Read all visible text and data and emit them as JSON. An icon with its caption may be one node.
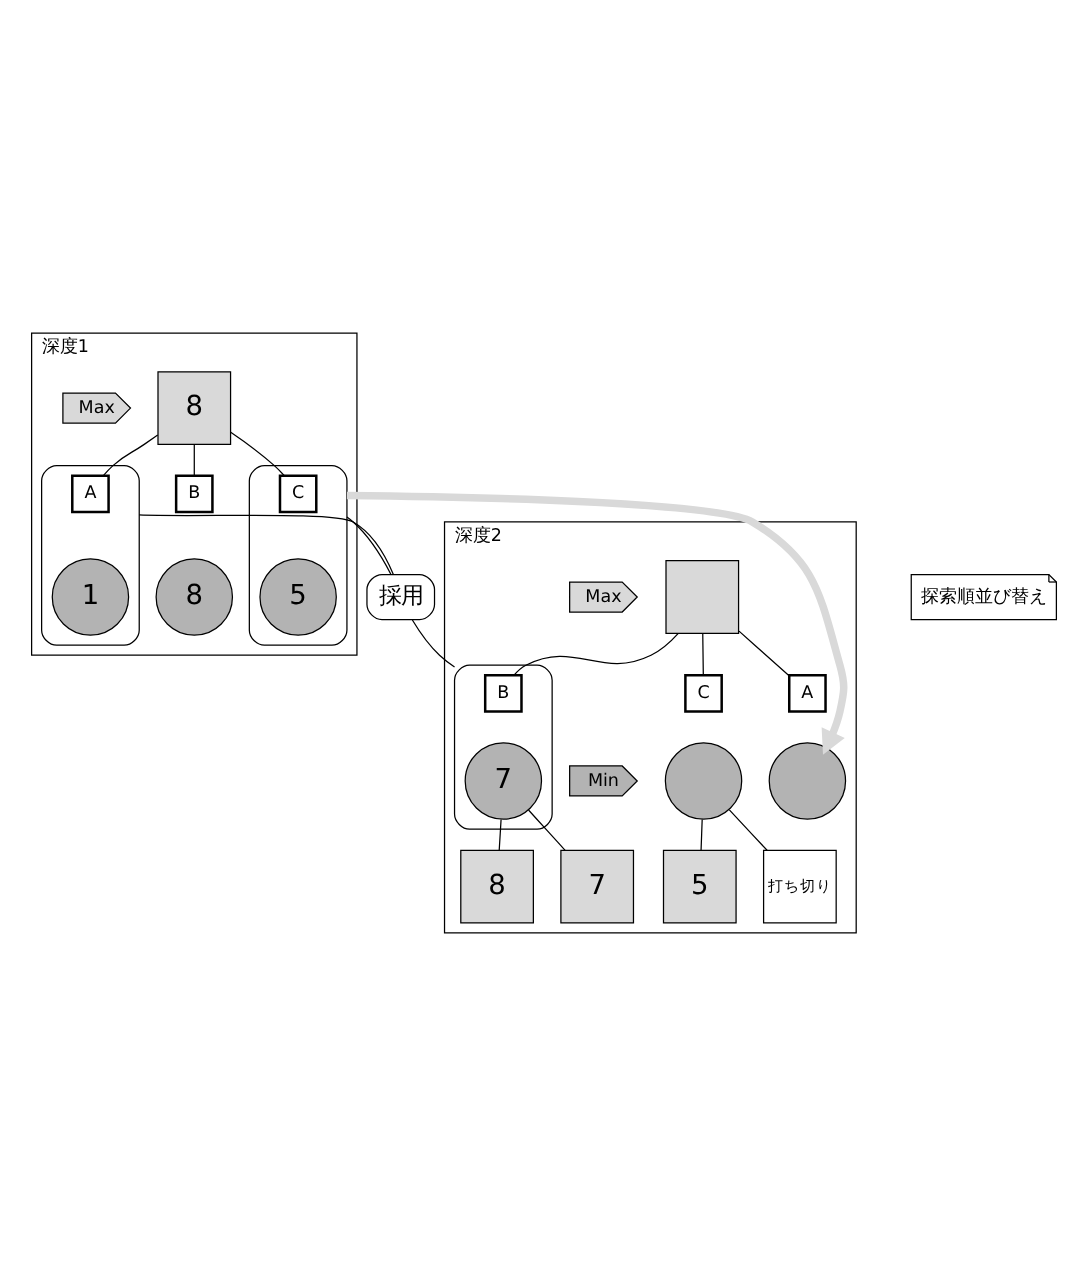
{
  "diagram": {
    "nodes": [
      {
        "text": [
          "深度1"
        ]
      },
      {
        "text": [
          "Max"
        ],
        "in": 0
      },
      {
        "text": [
          "8"
        ],
        "in": 0
      },
      {
        "text": [],
        "shape": "box",
        "in": 0
      },
      {
        "text": [
          "A"
        ],
        "in": 3
      },
      {
        "text": [
          "1"
        ],
        "in": 3
      },
      {
        "text": [
          "B"
        ],
        "in": 0
      },
      {
        "text": [
          "8"
        ],
        "in": 0
      },
      {
        "text": [],
        "shape": "box",
        "in": 0
      },
      {
        "text": [
          "C"
        ],
        "in": 8
      },
      {
        "text": [
          "5"
        ],
        "in": 8
      },
      {
        "text": [
          "探索順並び替え"
        ]
      },
      {
        "text": [
          "採用"
        ]
      },
      {
        "text": [
          "深度2"
        ]
      },
      {
        "text": [
          "Max"
        ],
        "in": 13
      },
      {
        "text": [],
        "shape": "box",
        "in": 13
      },
      {
        "text": [],
        "shape": "box",
        "in": 13
      },
      {
        "text": [
          "B"
        ],
        "in": 16
      },
      {
        "text": [
          "7"
        ],
        "in": 16
      },
      {
        "text": [
          "C"
        ],
        "in": 13
      },
      {
        "text": [],
        "shape": "circle",
        "in": 13
      },
      {
        "text": [
          "A"
        ],
        "in": 13
      },
      {
        "text": [],
        "shape": "circle",
        "in": 13
      },
      {
        "text": [
          "Min"
        ],
        "in": 13
      },
      {
        "text": [
          "8"
        ],
        "in": 13
      },
      {
        "text": [
          "7"
        ],
        "in": 13
      },
      {
        "text": [
          "5"
        ],
        "in": 13
      },
      {
        "text": [
          "打ち切り"
        ],
        "in": 13
      }
    ],
    "edges": [
      {
        "from": 2,
        "to": 4,
        "arrow": "none"
      },
      {
        "from": 2,
        "to": 6,
        "arrow": "none"
      },
      {
        "from": 2,
        "to": 9,
        "arrow": "none"
      },
      {
        "from": 3,
        "to": 12,
        "arrow": "none"
      },
      {
        "from": 8,
        "to": 12,
        "arrow": "none"
      },
      {
        "from": 12,
        "to": 16,
        "arrow": "none"
      },
      {
        "from": 8,
        "to": 22,
        "arrow": "to",
        "style": "thick",
        "color": "#d9d9d9"
      },
      {
        "from": 15,
        "to": 17,
        "arrow": "none"
      },
      {
        "from": 15,
        "to": 19,
        "arrow": "none"
      },
      {
        "from": 15,
        "to": 21,
        "arrow": "none"
      },
      {
        "from": 18,
        "to": 24,
        "arrow": "none"
      },
      {
        "from": 18,
        "to": 25,
        "arrow": "none"
      },
      {
        "from": 20,
        "to": 26,
        "arrow": "none"
      },
      {
        "from": 20,
        "to": 27,
        "arrow": "none"
      }
    ]
  }
}
